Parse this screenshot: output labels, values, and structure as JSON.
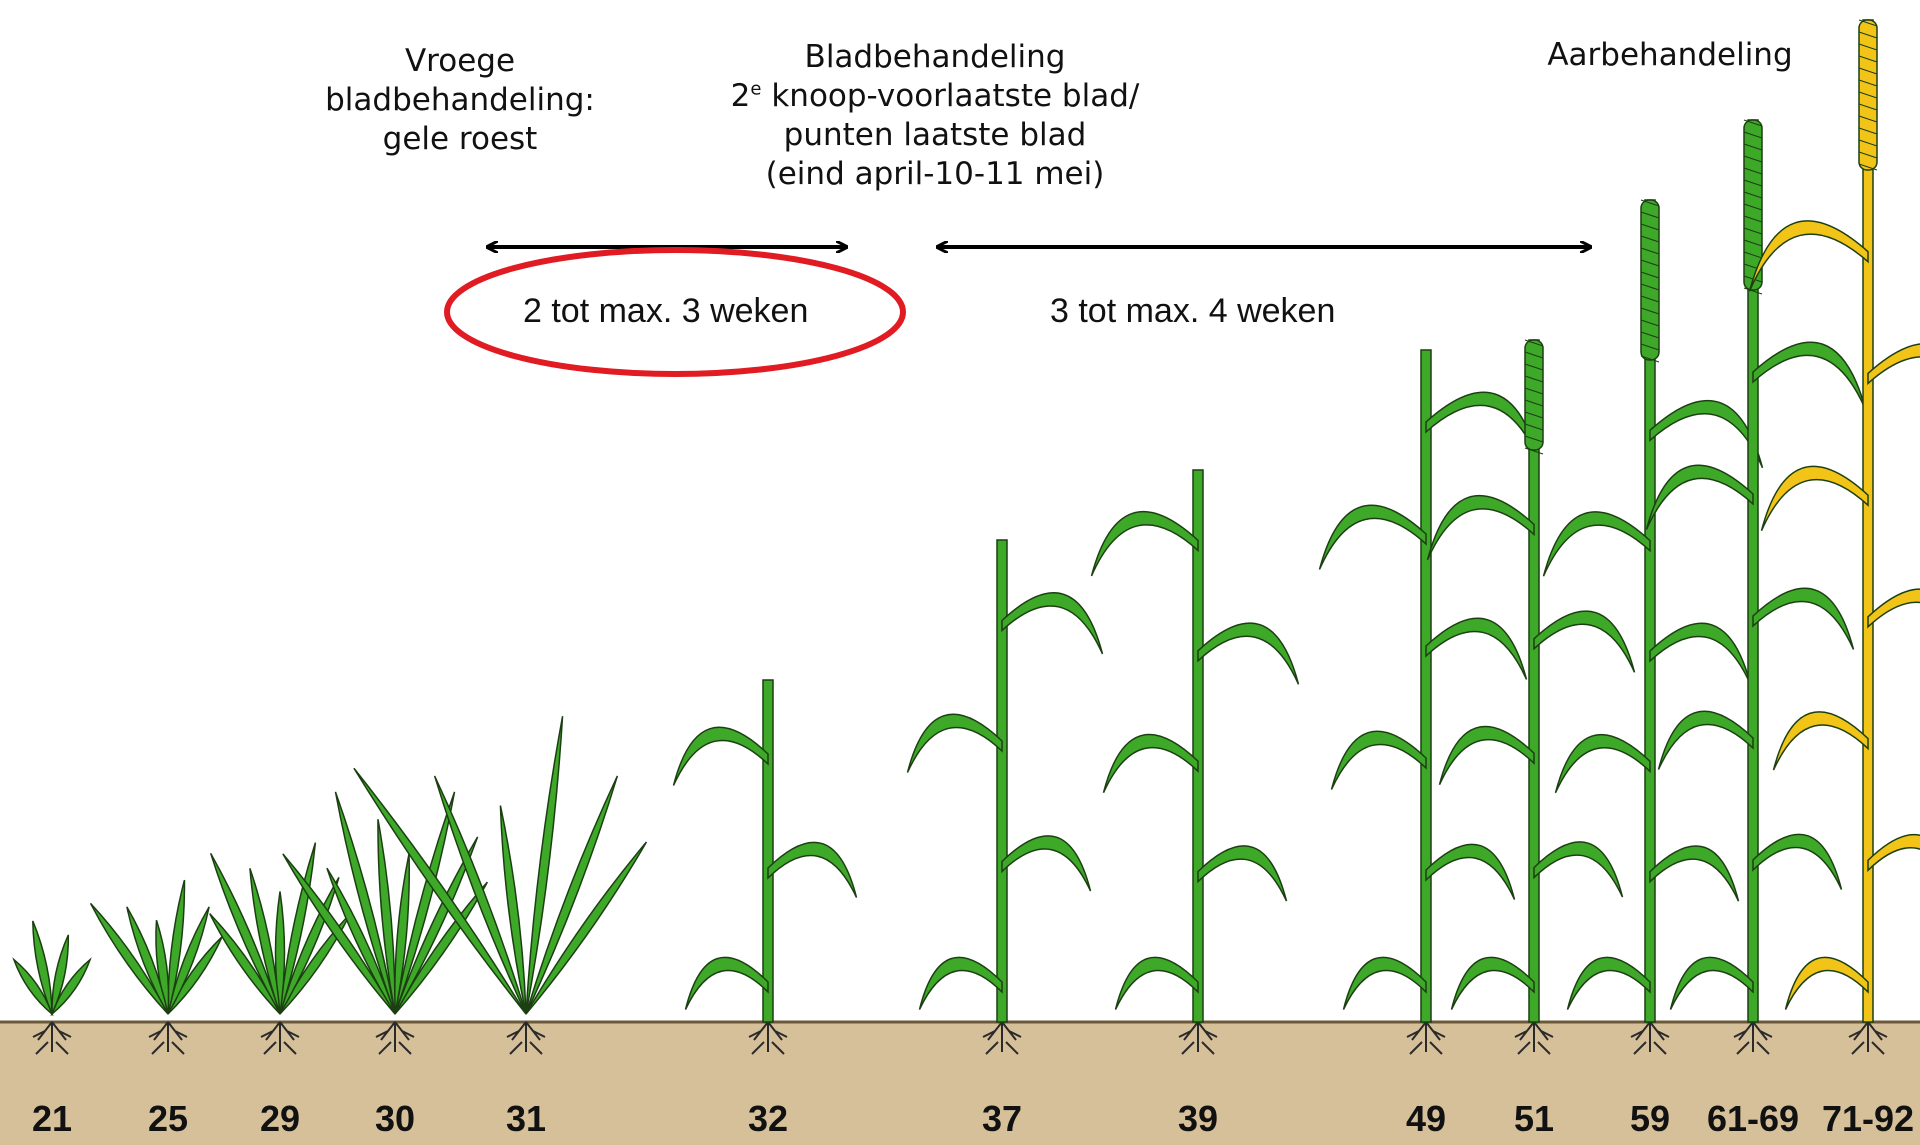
{
  "labels": {
    "early_treatment": [
      "Vroege",
      "bladbehandeling:",
      "gele roest"
    ],
    "leaf_treatment": {
      "title": "Bladbehandeling",
      "node_number": "2",
      "node_suffix": "e",
      "node_rest": " knoop-voorlaatste blad/",
      "line3": "punten laatste blad",
      "line4": "(eind april-10-11 mei)"
    },
    "ear_treatment": "Aarbehandeling"
  },
  "intervals": [
    {
      "text": "2 tot max. 3 weken",
      "highlighted": true,
      "highlight_color": "#e11b22"
    },
    {
      "text": "3 tot max. 4 weken",
      "highlighted": false
    }
  ],
  "growth_stages": [
    "21",
    "25",
    "29",
    "30",
    "31",
    "32",
    "37",
    "39",
    "49",
    "51",
    "59",
    "61-69",
    "71-92"
  ],
  "colors": {
    "plant_green": "#3ea829",
    "plant_outline": "#1c3f12",
    "ripe_yellow": "#f2c418",
    "soil": "#d6c09a",
    "highlight": "#e11b22",
    "text": "#111111"
  }
}
